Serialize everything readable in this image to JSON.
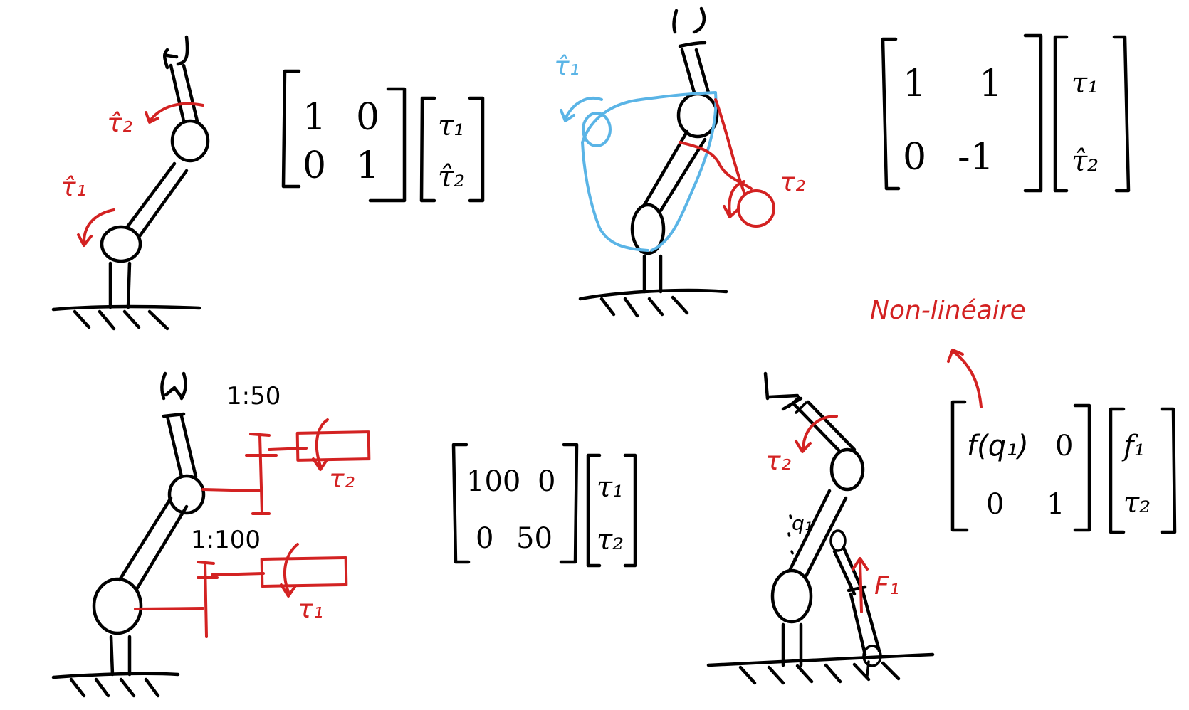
{
  "colors": {
    "ink": "#000000",
    "red": "#d32222",
    "blue": "#5ab4e6",
    "background": "#ffffff"
  },
  "panel1": {
    "tau1": "τ̂₁",
    "tau2": "τ̂₂",
    "matrix": [
      [
        "1",
        "0"
      ],
      [
        "0",
        "1"
      ]
    ],
    "vector": [
      "τ₁",
      "τ̂₂"
    ]
  },
  "panel2": {
    "tau1": "τ̂₁",
    "tau2": "τ₂",
    "matrix": [
      [
        "1",
        "1"
      ],
      [
        "0",
        "-1"
      ]
    ],
    "vector": [
      "τ₁",
      "τ̂₂"
    ]
  },
  "panel3": {
    "ratio_top": "1:50",
    "ratio_bottom": "1:100",
    "tau_top": "τ₂",
    "tau_bottom": "τ₁",
    "matrix": [
      [
        "100",
        "0"
      ],
      [
        "0",
        "50"
      ]
    ],
    "vector": [
      "τ₁",
      "τ₂"
    ]
  },
  "panel4": {
    "annotation": "Non-linéaire",
    "tau2": "τ₂",
    "q1": "q₁",
    "force": "F₁",
    "matrix": [
      [
        "f(q₁)",
        "0"
      ],
      [
        "0",
        "1"
      ]
    ],
    "vector": [
      "f₁",
      "τ₂"
    ]
  }
}
